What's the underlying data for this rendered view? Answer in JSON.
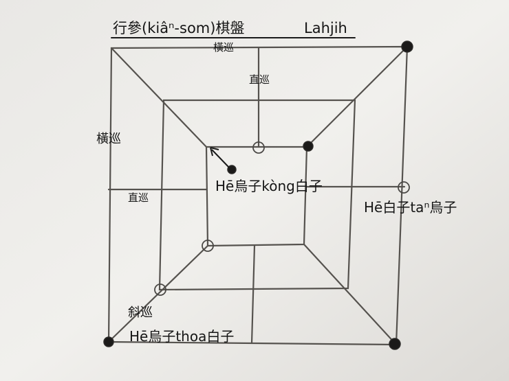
{
  "title": "行參(kiâⁿ-som)棋盤",
  "author": "Lahjih",
  "labels": {
    "horizontal_top": "橫巡",
    "horizontal_left": "橫巡",
    "vertical_upper": "直巡",
    "vertical_left": "直巡",
    "diagonal": "斜巡"
  },
  "annotations": {
    "center_move": "Hē烏子kòng白子",
    "right_move": "Hē白子taⁿ烏子",
    "bottom_move": "Hē烏子thoa白子"
  },
  "colors": {
    "paper": "#efeeeb",
    "line": "#55524e",
    "black_stone": "#1b1a19",
    "text": "#151515"
  },
  "icons": {
    "arrow": "arrow-up-left-icon"
  }
}
